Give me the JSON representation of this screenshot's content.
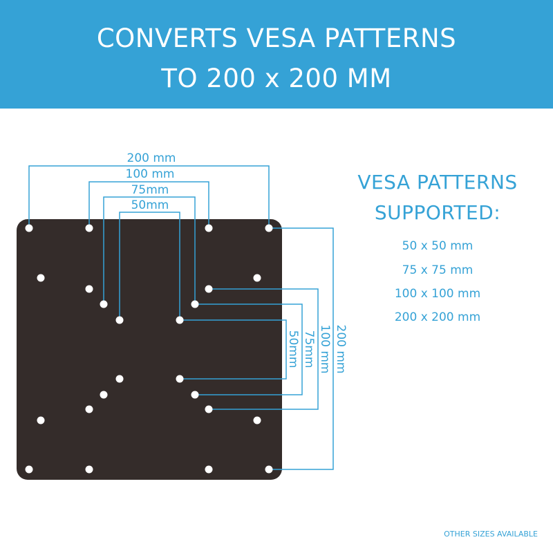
{
  "banner": {
    "line1": "CONVERTS VESA PATTERNS",
    "line2": "TO 200 x 200 MM",
    "background_color": "#35a2d6"
  },
  "diagram": {
    "plate_color": "#342c2a",
    "accent_color": "#35a2d6",
    "dimensions": {
      "w200": "200 mm",
      "w100": "100 mm",
      "w75": "75mm",
      "w50": "50mm",
      "h200": "200 mm",
      "h100": "100 mm",
      "h75": "75mm",
      "h50": "50mm"
    }
  },
  "side_panel": {
    "title_line1": "VESA PATTERNS",
    "title_line2": "SUPPORTED:",
    "patterns": [
      "50 x 50 mm",
      "75 x 75 mm",
      "100 x 100 mm",
      "200 x 200 mm"
    ]
  },
  "footer": {
    "note": "OTHER SIZES AVAILABLE"
  }
}
